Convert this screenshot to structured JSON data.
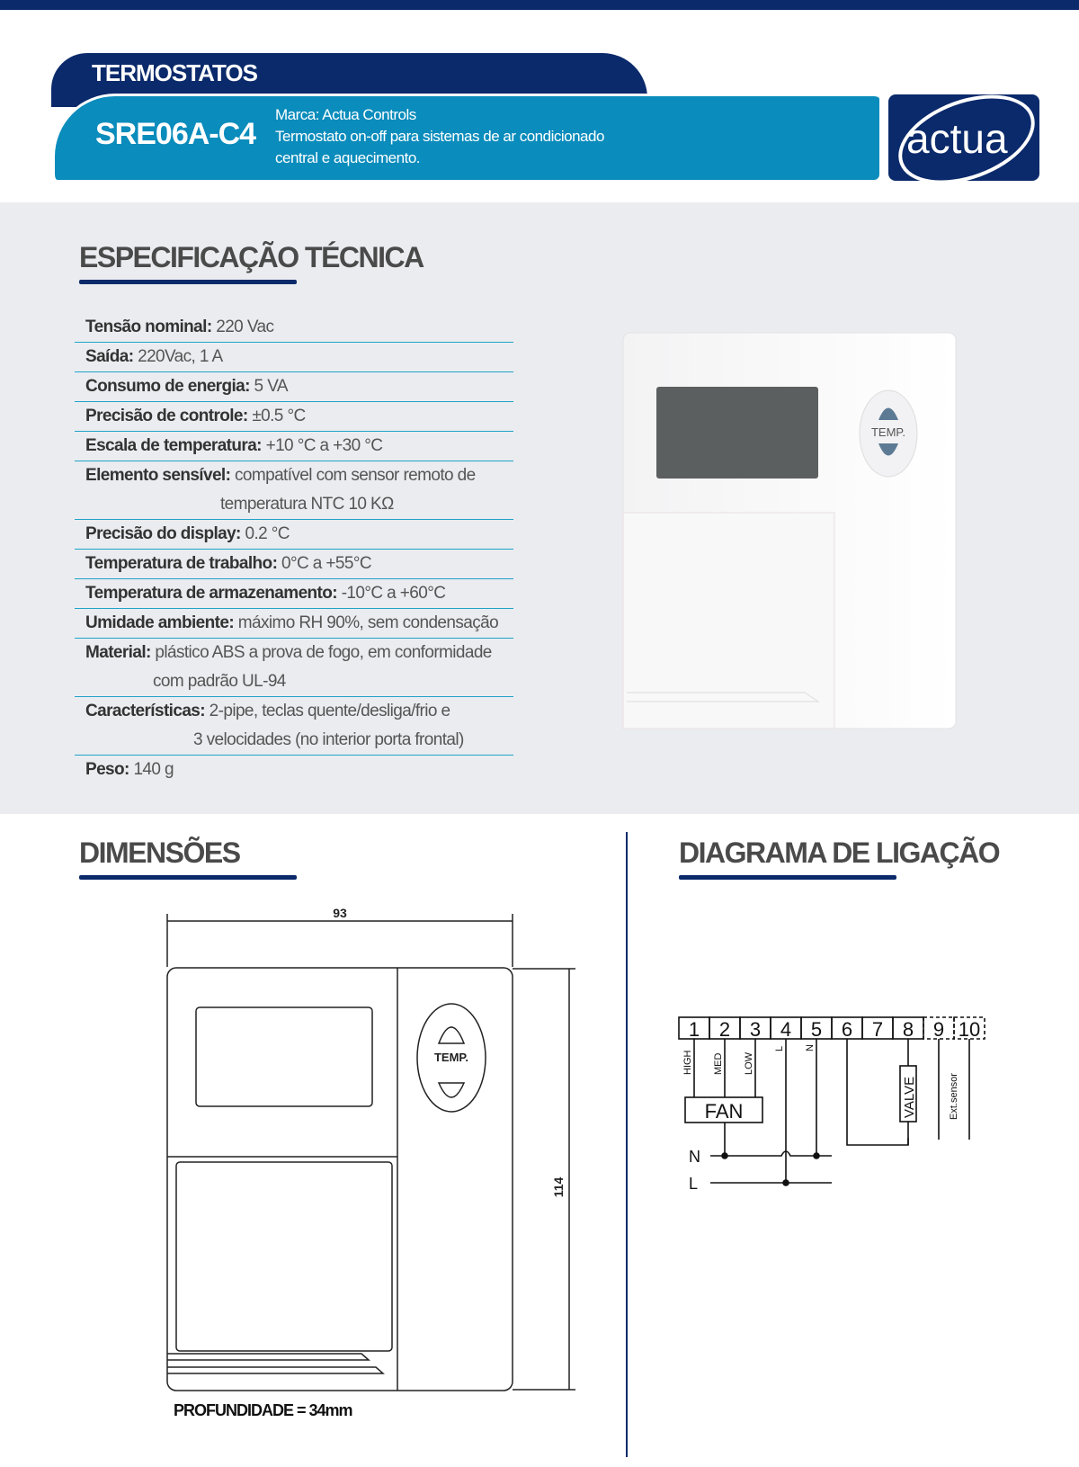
{
  "header": {
    "category": "TERMOSTATOS",
    "model": "SRE06A-C4",
    "brand_line": "Marca: Actua Controls",
    "description_lines": [
      "Termostato on-off para sistemas de ar condicionado",
      "central e aquecimento."
    ],
    "logo_text": "actua"
  },
  "spec": {
    "title": "ESPECIFICAÇÃO TÉCNICA",
    "rows": [
      {
        "label": "Tensão nominal:",
        "value": "220 Vac"
      },
      {
        "label": "Saída:",
        "value": "220Vac, 1 A"
      },
      {
        "label": "Consumo de energia:",
        "value": "5 VA"
      },
      {
        "label": "Precisão de controle:",
        "value": "±0.5 °C"
      },
      {
        "label": "Escala de temperatura:",
        "value": "+10 °C a +30 °C"
      },
      {
        "label": "Elemento sensível:",
        "value": "compatível com sensor remoto de",
        "cont": "temperatura NTC 10 KΩ"
      },
      {
        "label": "Precisão do display:",
        "value": "0.2 °C"
      },
      {
        "label": "Temperatura de trabalho:",
        "value": "0°C a +55°C"
      },
      {
        "label": "Temperatura de armazenamento:",
        "value": "-10°C a +60°C"
      },
      {
        "label": "Umidade ambiente:",
        "value": "máximo RH 90%, sem condensação"
      },
      {
        "label": "Material:",
        "value": "plástico ABS a prova de fogo, em conformidade",
        "cont": "com padrão UL-94"
      },
      {
        "label": "Características:",
        "value": "2-pipe, teclas quente/desliga/frio e",
        "cont": "3 velocidades (no interior porta frontal)"
      },
      {
        "label": "Peso:",
        "value": "140 g"
      }
    ]
  },
  "product": {
    "button_label": "TEMP."
  },
  "dimensions": {
    "title": "DIMENSÕES",
    "width": "93",
    "height": "114",
    "button_label": "TEMP.",
    "depth_note": "PROFUNDIDADE = 34mm"
  },
  "wiring": {
    "title": "DIAGRAMA DE LIGAÇÃO",
    "terminals": [
      "1",
      "2",
      "3",
      "4",
      "5",
      "6",
      "7",
      "8",
      "9",
      "10"
    ],
    "wire_labels": [
      "HIGH",
      "MED",
      "LOW",
      "L",
      "N"
    ],
    "fan": "FAN",
    "valve": "VALVE",
    "sensor": "Ext.sensor",
    "lines": [
      "N",
      "L"
    ]
  }
}
